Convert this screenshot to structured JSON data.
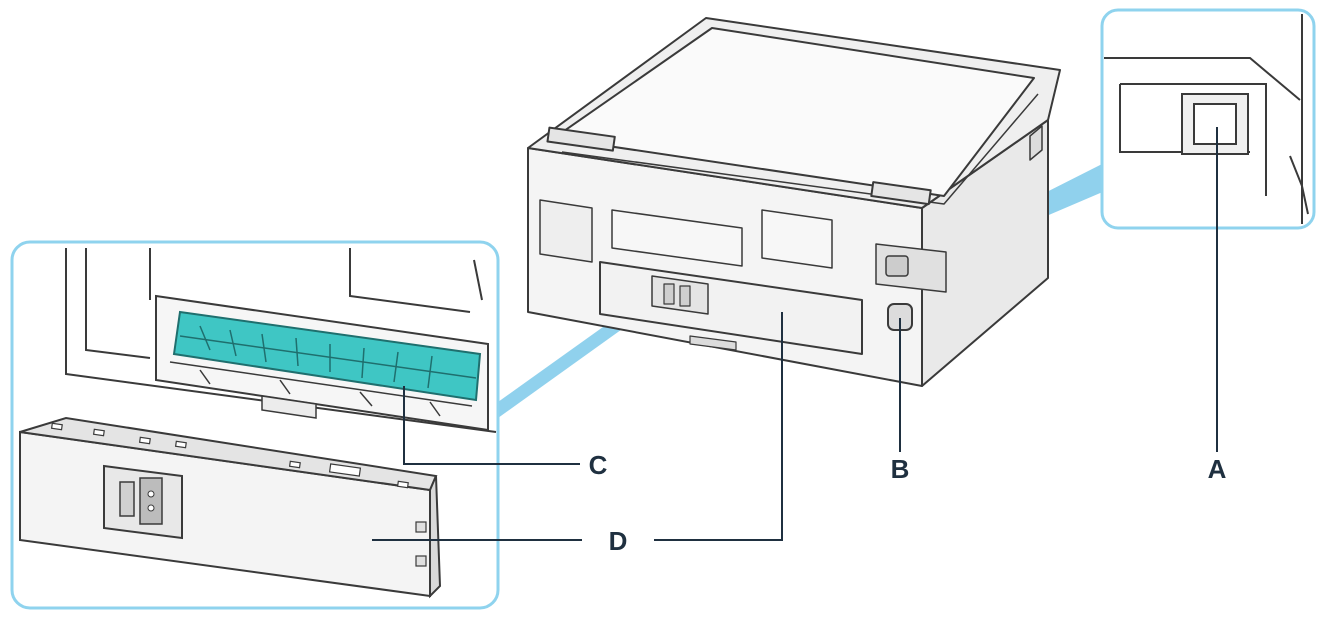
{
  "labels": {
    "a": "A",
    "b": "B",
    "c": "C",
    "d": "D"
  },
  "colors": {
    "callout_outline": "#8fd3ee",
    "callout_beam": "#7cc9ea",
    "label_text": "#1f3040",
    "line": "#1f3040",
    "part_outline": "#3a3a3a",
    "highlight": "#3fc6c4",
    "housing": "#f4f4f4",
    "background": "#ffffff"
  }
}
